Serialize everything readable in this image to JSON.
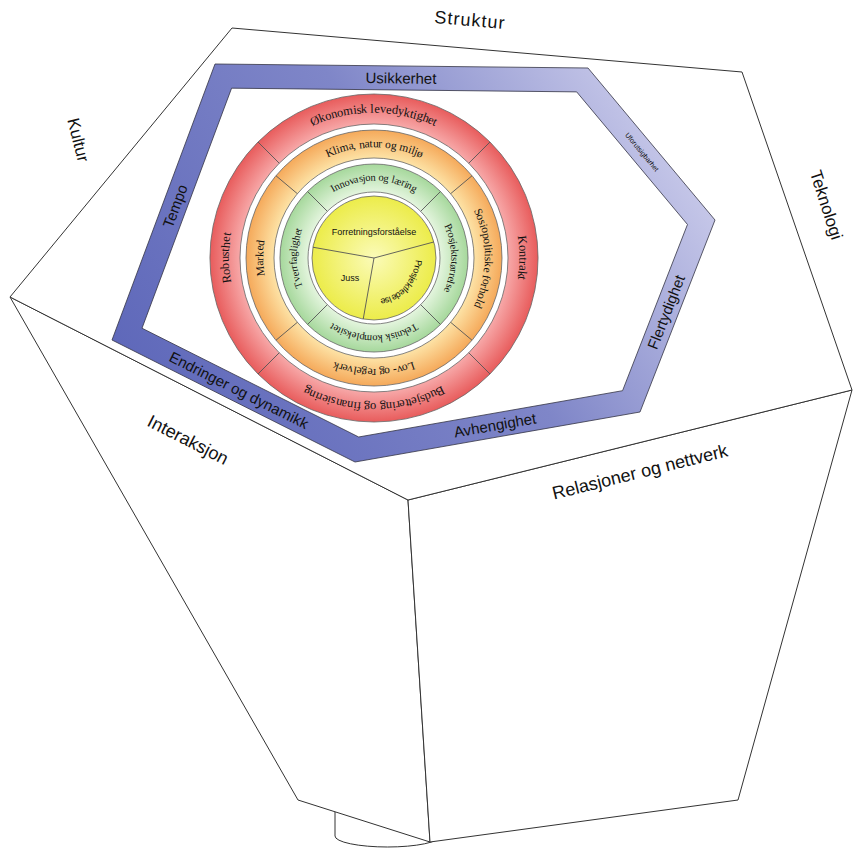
{
  "diagram": {
    "nodes": [
      {
        "text": [
          "Struktur",
          "Teknologi",
          "Relasjoner og nettverk",
          "Interaksjon",
          "Kultur"
        ]
      },
      {
        "text": [
          "Usikkerhet",
          "Uforutsigbarhet",
          "Flertydighet",
          "Avhengighet",
          "Endringer og dynamikk",
          "Tempo"
        ],
        "in": 0
      },
      {
        "text": [
          "Økonomisk levedyktighet",
          "Kontrakt",
          "Budsjettering og finansiering",
          "Robusthet"
        ],
        "in": 1
      },
      {
        "text": [
          "Klima, natur og miljø",
          "Sosiopolitiske forhold",
          "Lov- og regelverk",
          "Marked"
        ],
        "in": 2
      },
      {
        "text": [
          "Innovasjon og læring",
          "Prosjektstørrelse",
          "Teknisk kompleksitet",
          "Tverrfaglighet"
        ],
        "in": 3
      },
      {
        "text": [
          "Forretningsforståelse",
          "Prosjektledelse",
          "Juss"
        ],
        "in": 4
      }
    ]
  }
}
